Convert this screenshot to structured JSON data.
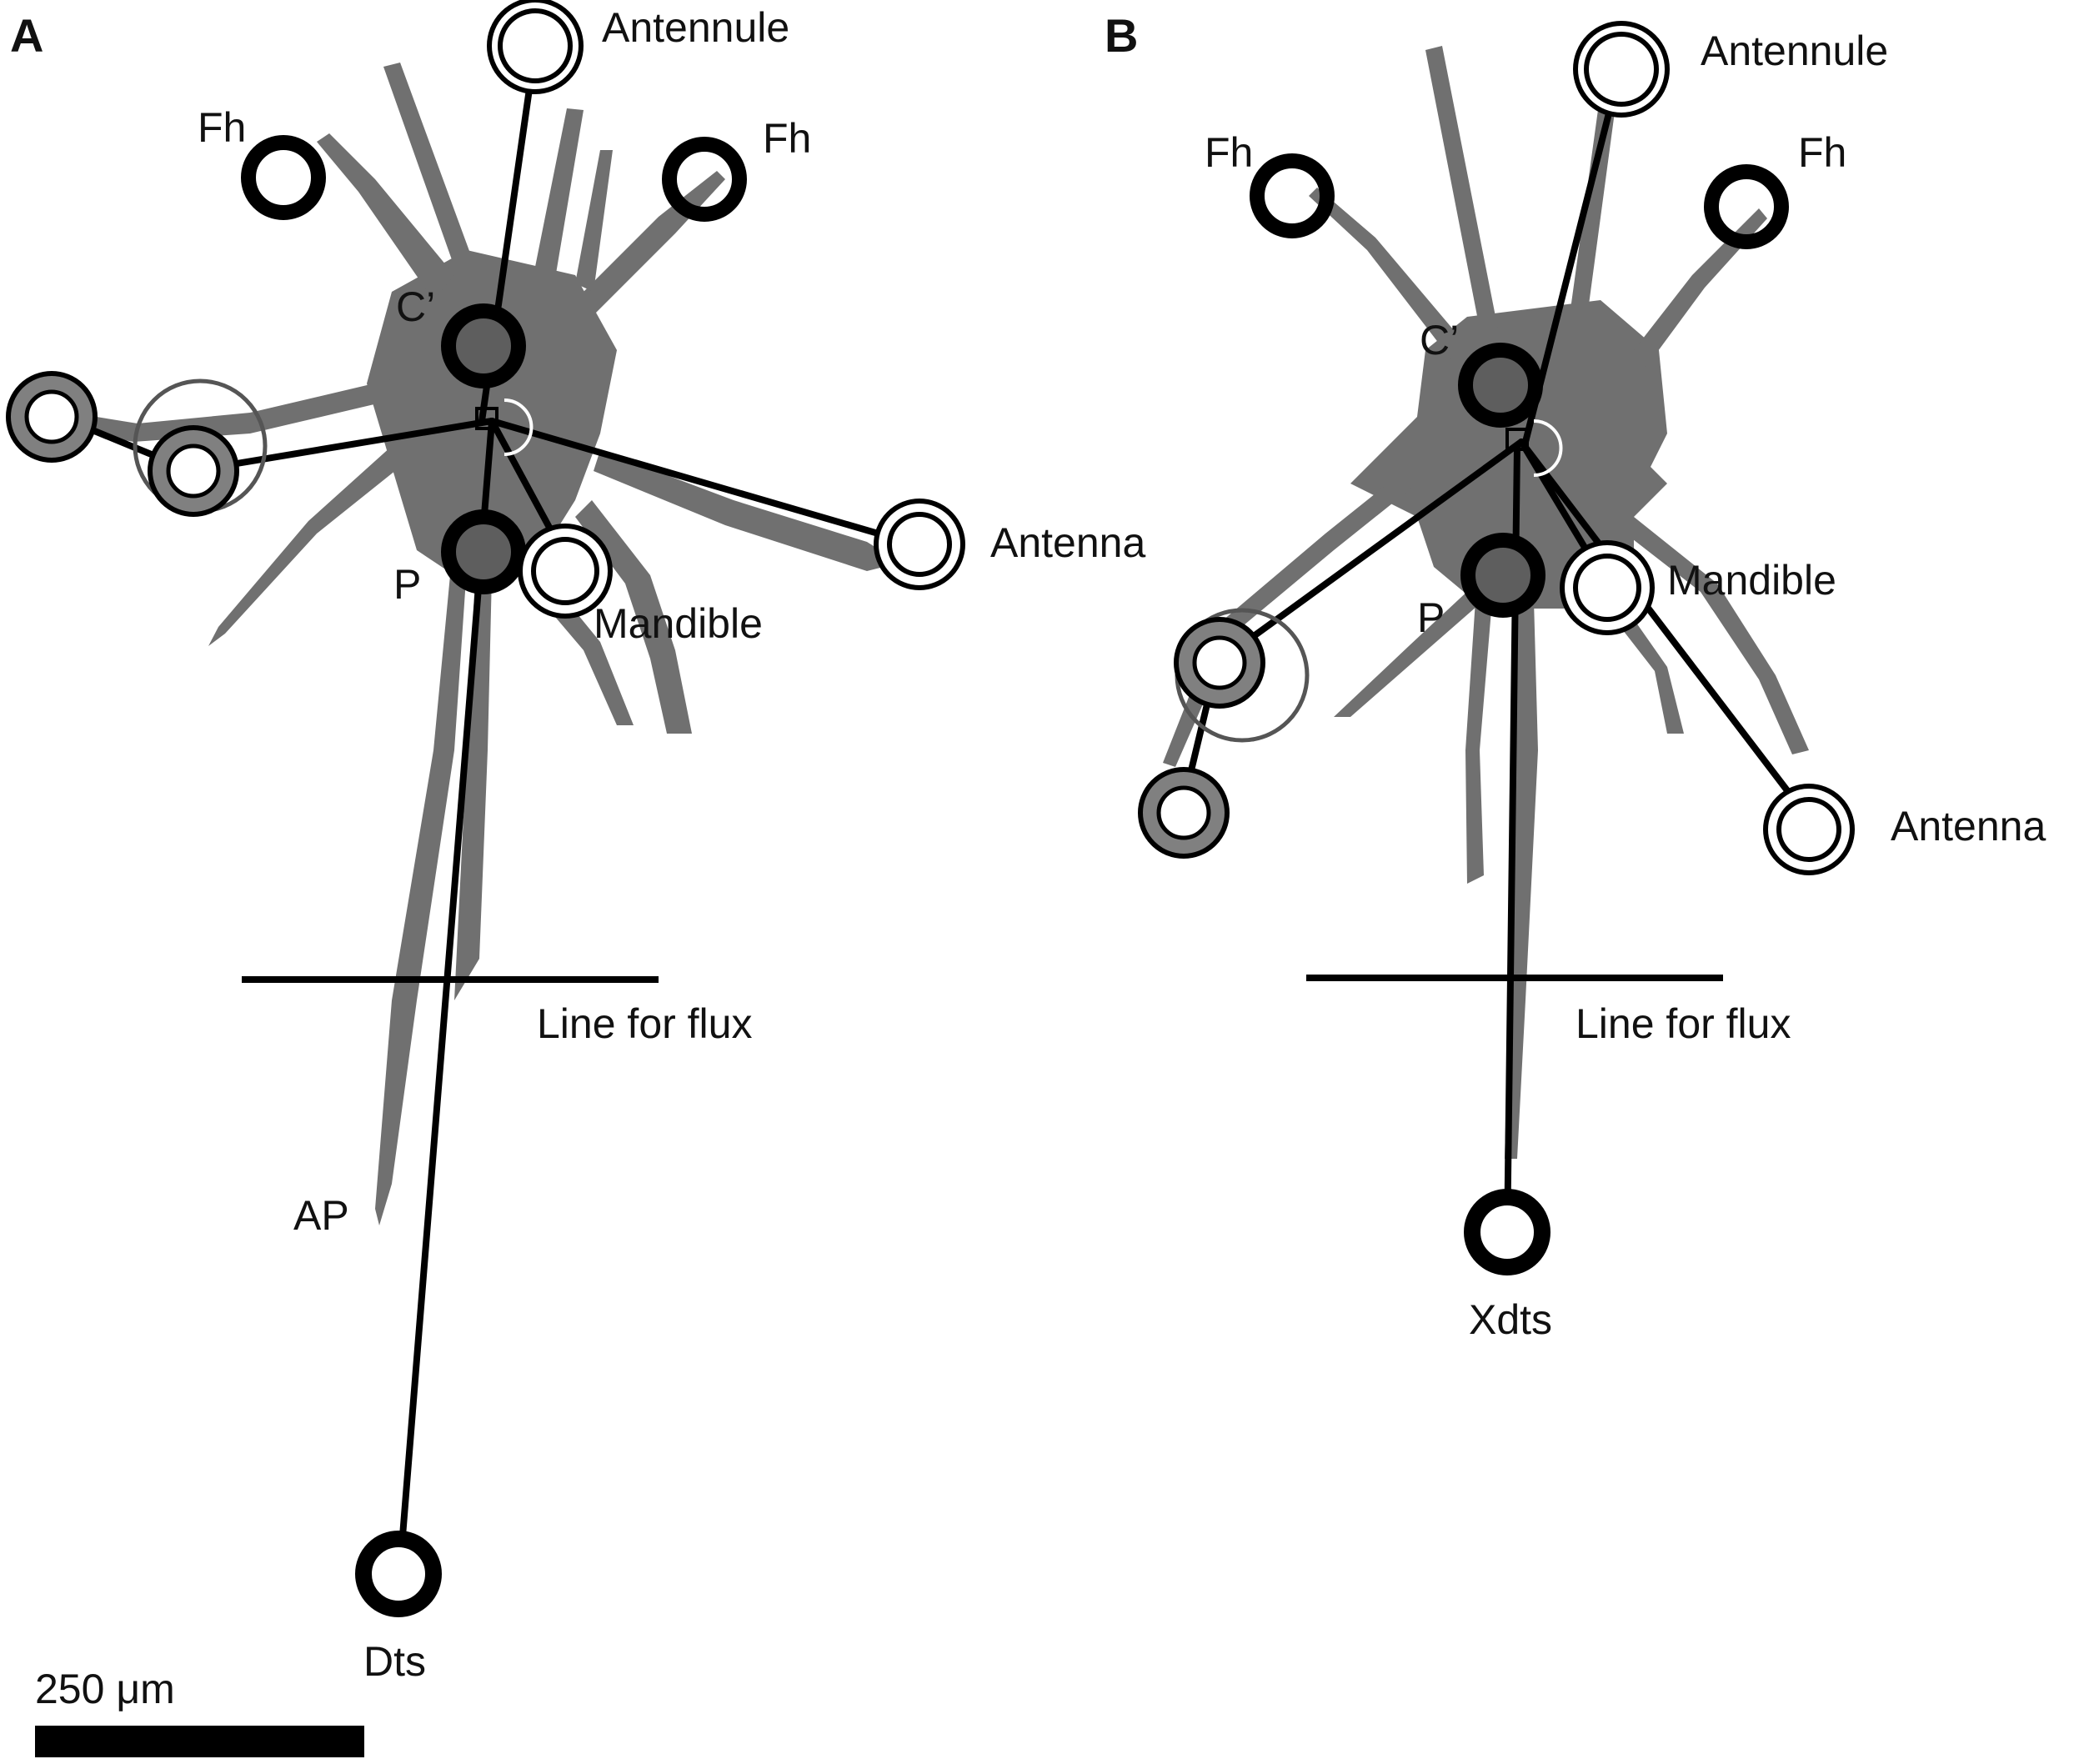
{
  "colors": {
    "body": "#707070",
    "body_dark": "#5e5e5e",
    "ink": "#000000",
    "marker_gray": "#808080",
    "background": "#ffffff"
  },
  "panel_a": {
    "letter": "A",
    "labels": {
      "antennule": "Antennule",
      "fh_left": "Fh",
      "fh_right": "Fh",
      "c_prime": "C’",
      "antenna": "Antenna",
      "p": "P",
      "mandible": "Mandible",
      "line_for_flux": "Line for flux",
      "ap": "AP",
      "dts": "Dts"
    }
  },
  "panel_b": {
    "letter": "B",
    "labels": {
      "antennule": "Antennule",
      "fh_left": "Fh",
      "fh_right": "Fh",
      "c_prime": "C’",
      "mandible": "Mandible",
      "p": "P",
      "antenna": "Antenna",
      "line_for_flux": "Line for flux",
      "xdts": "Xdts"
    }
  },
  "scale_bar": {
    "label": "250 μm"
  }
}
